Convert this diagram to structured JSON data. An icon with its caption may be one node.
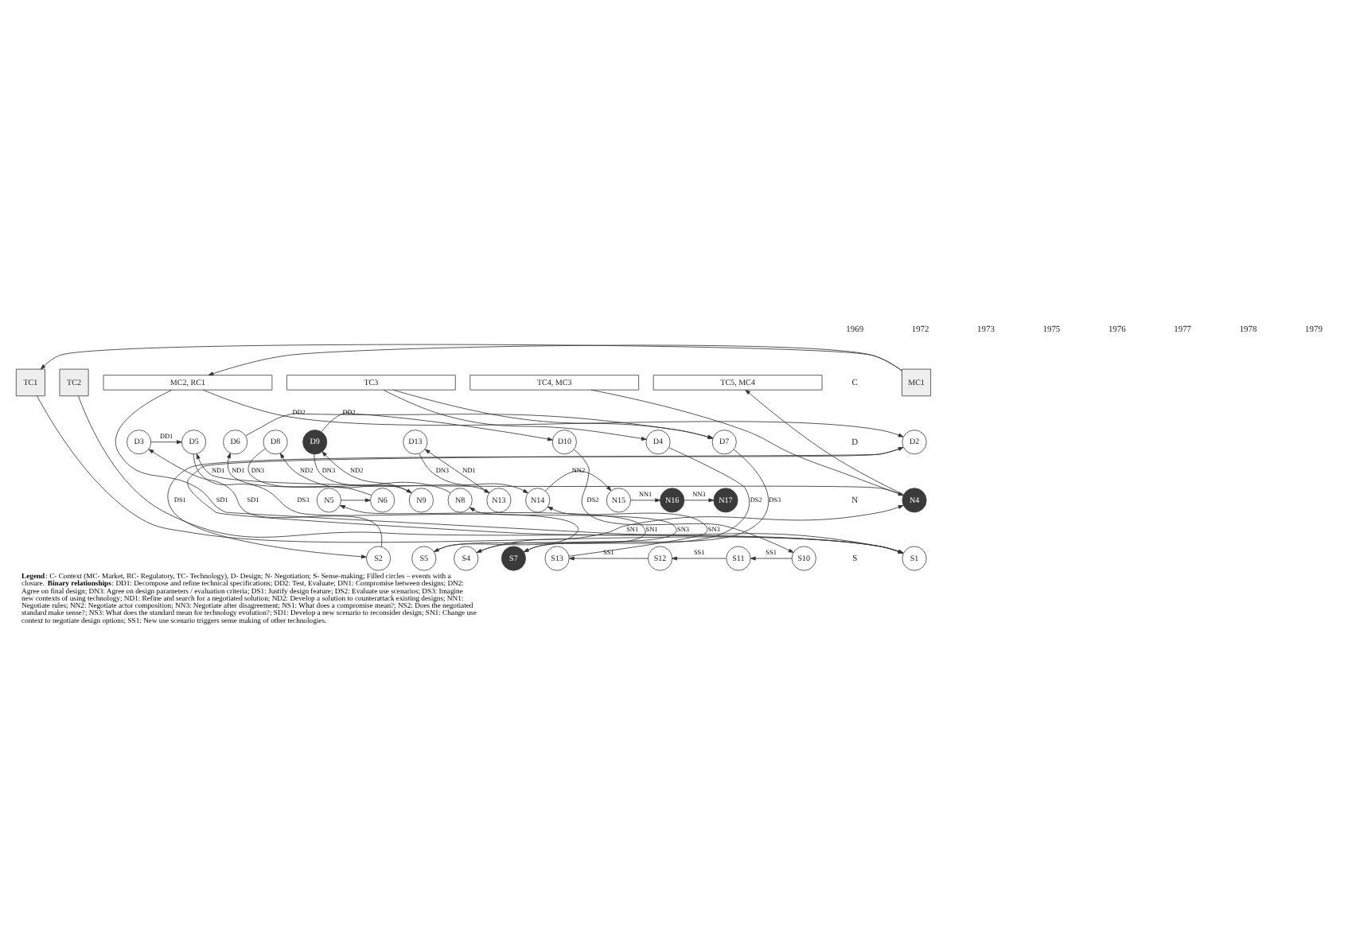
{
  "diagram": {
    "caption": "**Legend**: C- Context (MC- Market, RC- Regulatory, TC- Technology), D- Design; N- Negotiation; S- Sense-making; Filled circles – events with a closure. **Binary relationships**: DD1: Decompose and refine technical specifications; DD2: Test, Evaluate; DN1: Compromise between designs; DN2: Agree on final design; DN3: Agree on design parameters / evaluation criteria; DS1: Justify design feature; DS2: Evaluate use scenarios; DS3: Imagine new contexts of using technology; ND1: Refine and search for a negotiated solution; ND2: Develop a solution to counterattack existing designs; NN1: Negotiate rules; NN2: Negotiate actor composition; NN3: Negotiate after disagreement; NS1: What does a compromise mean?; NS2: Does the negotiated standard make sense?; NS3: What does the standard mean for technology evolution?; SD1: Develop a new scenario to reconsider design; SN1: Change use context to negotiate design options; SS1: New use scenario triggers sense making of other technologies.",
    "nodes": [
      {
        "text": [
          "MC1"
        ]
      },
      {
        "text": [
          "TC1"
        ]
      },
      {
        "text": [
          "TC2"
        ]
      },
      {
        "text": [
          "MC2, RC1"
        ]
      },
      {
        "text": [
          "TC4, MC3"
        ]
      },
      {
        "text": [
          "TC5, MC4"
        ]
      },
      {
        "text": [
          "TC3"
        ]
      },
      {
        "text": [
          "D2"
        ]
      },
      {
        "text": [
          "D3"
        ]
      },
      {
        "text": [
          "D4"
        ]
      },
      {
        "text": [
          "D5"
        ]
      },
      {
        "text": [
          "D6"
        ]
      },
      {
        "text": [
          "D7"
        ]
      },
      {
        "text": [
          "D8"
        ]
      },
      {
        "text": [
          "D9"
        ]
      },
      {
        "text": [
          "D10"
        ]
      },
      {
        "text": [
          "D13"
        ]
      },
      {
        "text": [
          "N4"
        ]
      },
      {
        "text": [
          "N5"
        ]
      },
      {
        "text": [
          "N6"
        ]
      },
      {
        "text": [
          "N8"
        ]
      },
      {
        "text": [
          "N9"
        ]
      },
      {
        "text": [
          "N13"
        ]
      },
      {
        "text": [
          "N14"
        ]
      },
      {
        "text": [
          "N15"
        ]
      },
      {
        "text": [
          "N16"
        ]
      },
      {
        "text": [
          "N17"
        ]
      },
      {
        "text": [
          "S1"
        ]
      },
      {
        "text": [
          "S2"
        ]
      },
      {
        "text": [
          "S4"
        ]
      },
      {
        "text": [
          "S5"
        ]
      },
      {
        "text": [
          "S7"
        ]
      },
      {
        "text": [
          "S10"
        ]
      },
      {
        "text": [
          "S11"
        ]
      },
      {
        "text": [
          "S12"
        ]
      },
      {
        "text": [
          "S13"
        ]
      }
    ],
    "edges": [
      {
        "from": 0,
        "to": 3,
        "arrow": "to"
      },
      {
        "from": 0,
        "to": 1,
        "arrow": "to"
      },
      {
        "from": 1,
        "to": 27,
        "arrow": "to"
      },
      {
        "from": 2,
        "to": 27,
        "arrow": "to"
      },
      {
        "from": 3,
        "to": 27,
        "arrow": "to"
      },
      {
        "from": 3,
        "to": 7,
        "arrow": "to"
      },
      {
        "from": 27,
        "to": 7,
        "label": "SD1",
        "arrow": "to"
      },
      {
        "from": 7,
        "to": 28,
        "label": "DS1",
        "arrow": "to"
      },
      {
        "from": 28,
        "to": 8,
        "label": "SD1",
        "arrow": "to"
      },
      {
        "from": 6,
        "to": 9,
        "arrow": "to"
      },
      {
        "from": 8,
        "to": 10,
        "label": "DD1",
        "arrow": "to"
      },
      {
        "from": 9,
        "to": 29,
        "label": "DS2",
        "arrow": "to"
      },
      {
        "from": 4,
        "to": 17,
        "arrow": "to"
      },
      {
        "from": 17,
        "to": 5,
        "arrow": "to"
      },
      {
        "from": 17,
        "to": 10,
        "label": "ND1",
        "arrow": "to"
      },
      {
        "from": 29,
        "to": 17,
        "label": "SN1",
        "arrow": "to"
      },
      {
        "from": 10,
        "to": 30,
        "label": "DS3",
        "arrow": "to"
      },
      {
        "from": 6,
        "to": 12,
        "arrow": "to"
      },
      {
        "from": 11,
        "to": 12,
        "label": "DD2",
        "arrow": "to"
      },
      {
        "from": 19,
        "to": 11,
        "label": "ND1",
        "arrow": "to"
      },
      {
        "from": 18,
        "to": 19,
        "arrow": "to"
      },
      {
        "from": 30,
        "to": 18,
        "label": "SN1",
        "arrow": "to"
      },
      {
        "from": 12,
        "to": 31,
        "label": "DS3",
        "arrow": "to"
      },
      {
        "from": 31,
        "to": 20,
        "label": "SN3",
        "arrow": "to"
      },
      {
        "from": 20,
        "to": 13,
        "label": "ND2",
        "arrow": "to"
      },
      {
        "from": 13,
        "to": 21,
        "label": "DN3",
        "arrow": "to"
      },
      {
        "from": 21,
        "to": 14,
        "label": "ND2",
        "arrow": "to"
      },
      {
        "from": 14,
        "to": 15,
        "label": "DD2",
        "arrow": "to"
      },
      {
        "from": 14,
        "to": 22,
        "label": "DN3",
        "arrow": "to"
      },
      {
        "from": 15,
        "to": 32,
        "label": "DS2",
        "arrow": "to"
      },
      {
        "from": 22,
        "to": 16,
        "label": "ND1",
        "arrow": "to"
      },
      {
        "from": 16,
        "to": 23,
        "label": "DN3",
        "arrow": "to"
      },
      {
        "from": 35,
        "to": 23,
        "label": "SN3",
        "arrow": "to"
      },
      {
        "from": 23,
        "to": 24,
        "label": "NN2",
        "arrow": "to"
      },
      {
        "from": 24,
        "to": 25,
        "label": "NN1",
        "arrow": "to"
      },
      {
        "from": 25,
        "to": 26,
        "label": "NN3",
        "arrow": "to"
      },
      {
        "from": 32,
        "to": 33,
        "label": "SS1",
        "arrow": "to"
      },
      {
        "from": 33,
        "to": 34,
        "label": "SS1",
        "arrow": "to"
      },
      {
        "from": 34,
        "to": 35,
        "label": "SS1",
        "arrow": "to"
      }
    ],
    "labels": [
      "1969",
      "1972",
      "1973",
      "1975",
      "1976",
      "1977",
      "1978",
      "1979",
      "C",
      "D",
      "N",
      "S"
    ]
  }
}
